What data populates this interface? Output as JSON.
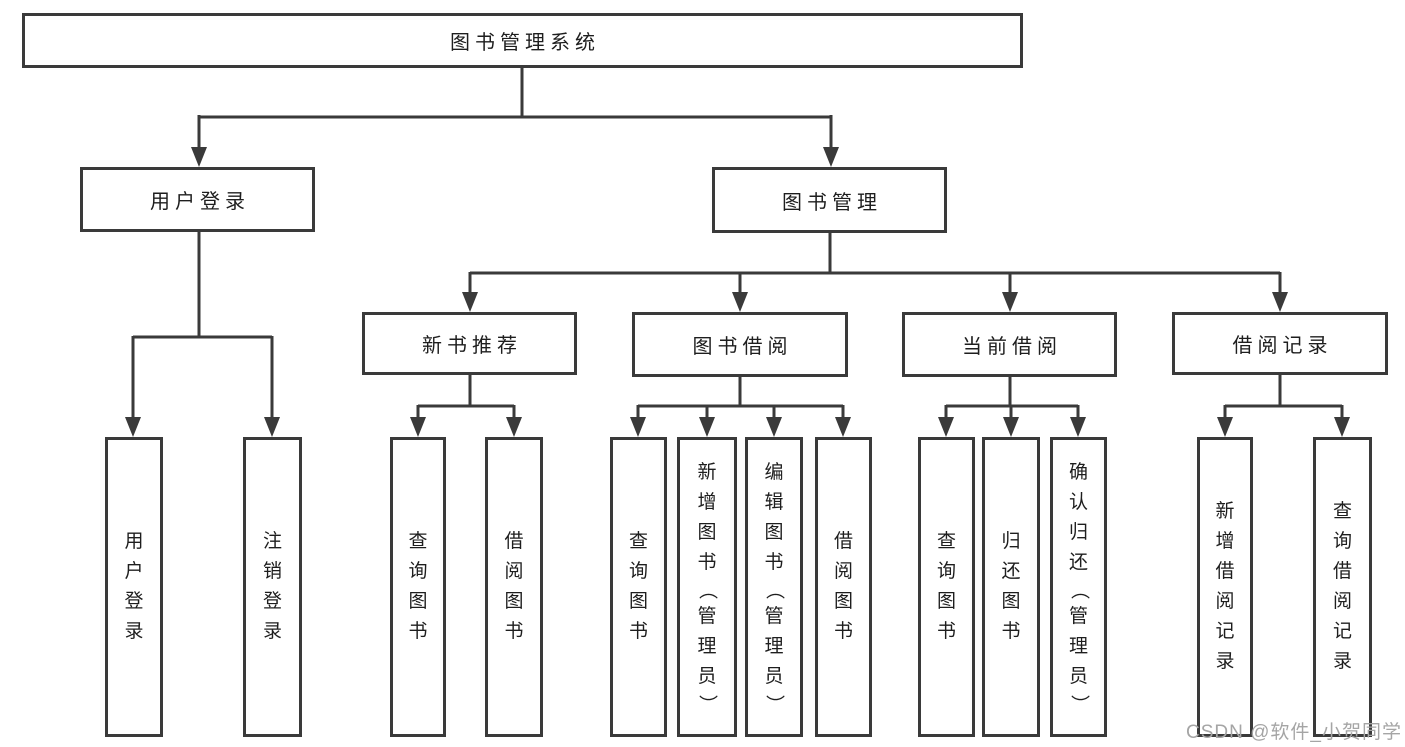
{
  "watermark": "CSDN @软件_小贺同学",
  "colors": {
    "line": "#3a3a3a",
    "node_border": "#3a3a3a",
    "node_background": "#ffffff",
    "text": "#1e1e1e",
    "watermark_text": "#a5a5a5",
    "page_background": "#ffffff"
  },
  "tree": {
    "label": "图书管理系统",
    "children": [
      {
        "label": "用户登录",
        "children": [
          {
            "label": "用户登录"
          },
          {
            "label": "注销登录"
          }
        ]
      },
      {
        "label": "图书管理",
        "children": [
          {
            "label": "新书推荐",
            "children": [
              {
                "label": "查询图书"
              },
              {
                "label": "借阅图书"
              }
            ]
          },
          {
            "label": "图书借阅",
            "children": [
              {
                "label": "查询图书"
              },
              {
                "label": "新增图书（管理员）"
              },
              {
                "label": "编辑图书（管理员）"
              },
              {
                "label": "借阅图书"
              }
            ]
          },
          {
            "label": "当前借阅",
            "children": [
              {
                "label": "查询图书"
              },
              {
                "label": "归还图书"
              },
              {
                "label": "确认归还（管理员）"
              }
            ]
          },
          {
            "label": "借阅记录",
            "children": [
              {
                "label": "新增借阅记录"
              },
              {
                "label": "查询借阅记录"
              }
            ]
          }
        ]
      }
    ]
  }
}
